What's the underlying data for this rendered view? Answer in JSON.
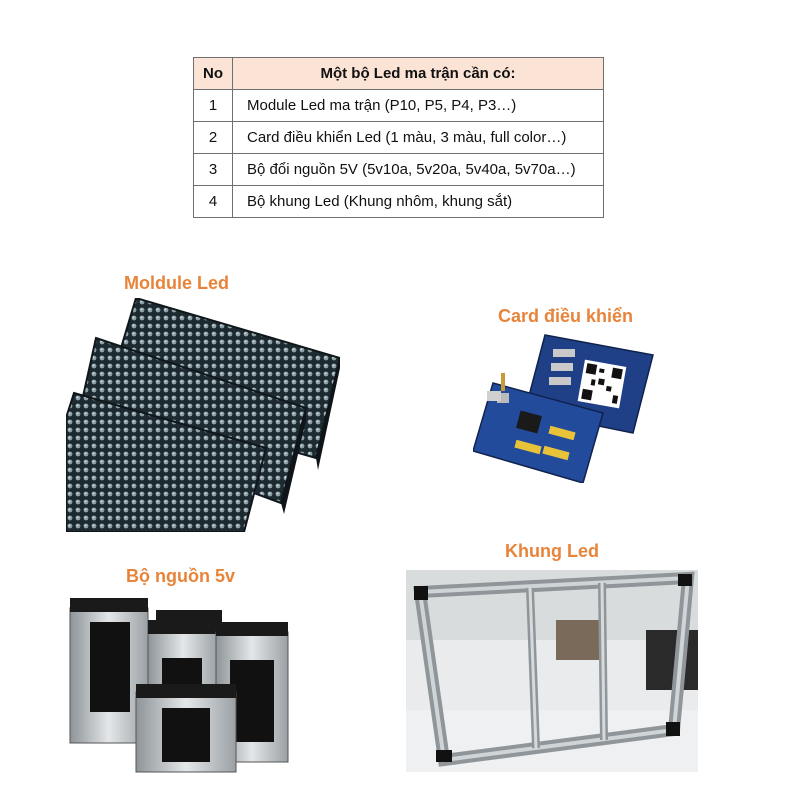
{
  "table": {
    "headers": {
      "no": "No",
      "item": "Một bộ Led ma trận cần có:"
    },
    "rows": [
      {
        "no": "1",
        "item": "Module Led ma trận (P10, P5, P4, P3…)"
      },
      {
        "no": "2",
        "item": "Card điều khiển Led (1 màu, 3 màu, full color…)"
      },
      {
        "no": "3",
        "item": "Bộ đổi nguồn 5V (5v10a, 5v20a, 5v40a, 5v70a…)"
      },
      {
        "no": "4",
        "item": "Bộ khung Led (Khung nhôm, khung sắt)"
      }
    ]
  },
  "captions": {
    "module": "Moldule Led",
    "card": "Card điều khiển",
    "power": "Bộ nguồn 5v",
    "frame": "Khung Led"
  },
  "colors": {
    "caption": "#e8843a",
    "header_bg": "#fbe3d6",
    "table_border": "#6f6f6f"
  }
}
